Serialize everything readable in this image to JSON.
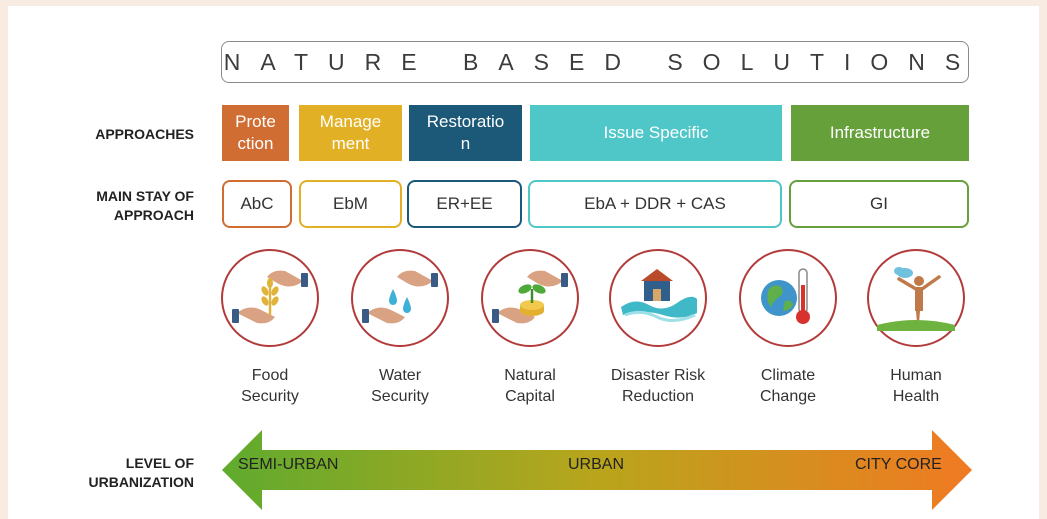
{
  "title": "NATURE BASED SOLUTIONS",
  "labels": {
    "approaches": "APPROACHES",
    "main_stay_line1": "MAIN STAY OF",
    "main_stay_line2": "APPROACH",
    "level_line1": "LEVEL OF",
    "level_line2": "URBANIZATION"
  },
  "approaches": [
    {
      "line1": "Prote",
      "line2": "ction",
      "color": "#d06d33"
    },
    {
      "line1": "Manage",
      "line2": "ment",
      "color": "#e2b024"
    },
    {
      "line1": "Restoratio",
      "line2": "n",
      "color": "#1c5878"
    },
    {
      "line1": "Issue Specific",
      "line2": "",
      "color": "#4fc7c9"
    },
    {
      "line1": "Infrastructure",
      "line2": "",
      "color": "#65a03a"
    }
  ],
  "main_stay": [
    {
      "label": "AbC",
      "color": "#d06d33"
    },
    {
      "label": "EbM",
      "color": "#e2b024"
    },
    {
      "label": "ER+EE",
      "color": "#1c5878"
    },
    {
      "label": "EbA + DDR + CAS",
      "color": "#4fc7c9"
    },
    {
      "label": "GI",
      "color": "#65a03a"
    }
  ],
  "benefits": [
    {
      "icon": "hands-wheat-icon",
      "line1": "Food",
      "line2": "Security"
    },
    {
      "icon": "hands-water-drops-icon",
      "line1": "Water",
      "line2": "Security"
    },
    {
      "icon": "hands-plant-coin-icon",
      "line1": "Natural",
      "line2": "Capital"
    },
    {
      "icon": "house-flood-icon",
      "line1": "Disaster Risk",
      "line2": "Reduction"
    },
    {
      "icon": "globe-thermometer-icon",
      "line1": "Climate",
      "line2": "Change"
    },
    {
      "icon": "person-outdoors-icon",
      "line1": "Human",
      "line2": "Health"
    }
  ],
  "urbanization": {
    "left": "SEMI-URBAN",
    "middle": "URBAN",
    "right": "CITY CORE",
    "color_start": "#5fab2e",
    "color_end": "#f07a22"
  }
}
